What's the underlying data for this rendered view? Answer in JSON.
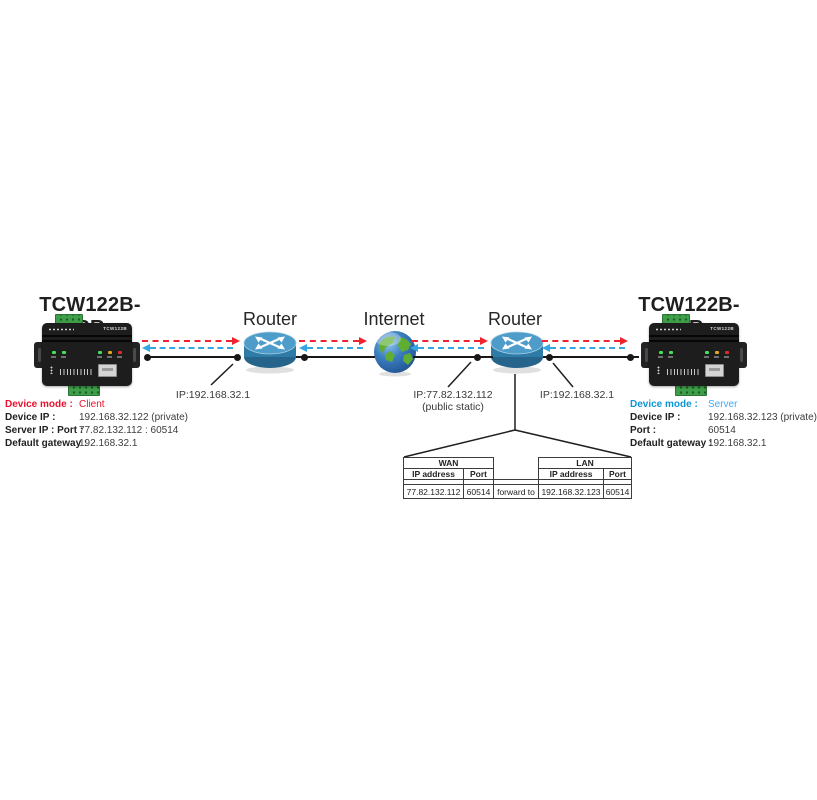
{
  "left_device": {
    "title": "TCW122B-RR",
    "front_label": "TCW122B",
    "info": {
      "rows": [
        {
          "label": "Device mode :",
          "value": "Client"
        },
        {
          "label": "Device IP :",
          "value": "192.168.32.122 (private)"
        },
        {
          "label": "Server IP : Port :",
          "value": "77.82.132.112 : 60514"
        },
        {
          "label": "Default gateway :",
          "value": "192.168.32.1"
        }
      ]
    }
  },
  "right_device": {
    "title": "TCW122B-RR",
    "front_label": "TCW122B",
    "info": {
      "rows": [
        {
          "label": "Device mode :",
          "value": "Server"
        },
        {
          "label": "Device IP :",
          "value": "192.168.32.123 (private)"
        },
        {
          "label": "Port :",
          "value": "60514"
        },
        {
          "label": "Default gateway :",
          "value": "192.168.32.1"
        }
      ]
    }
  },
  "nodes": {
    "router_left": "Router",
    "internet": "Internet",
    "router_right": "Router"
  },
  "callouts": {
    "lan_left": "IP:192.168.32.1",
    "wan_ip": "IP:77.82.132.112",
    "wan_note": "(public static)",
    "lan_right": "IP:192.168.32.1"
  },
  "nat_table": {
    "wan_header": "WAN",
    "lan_header": "LAN",
    "col_ip": "IP address",
    "col_port": "Port",
    "wan_ip": "77.82.132.112",
    "wan_port": "60514",
    "forward_label": "forward to",
    "lan_ip": "192.168.32.123",
    "lan_port": "60514"
  },
  "colors": {
    "client_red": "#e8112d",
    "server_blue": "#3fa9f5",
    "arrow_red": "#f0232e",
    "arrow_blue": "#35a7e0",
    "line_black": "#181818"
  }
}
